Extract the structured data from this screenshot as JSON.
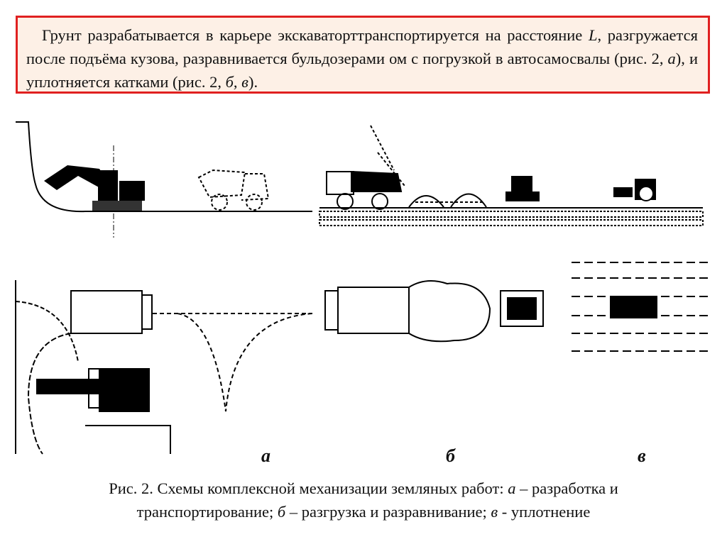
{
  "intro": {
    "text_1": "Грунт разрабатывается в карьере экскаваторттранспортируется на расстояние ",
    "var_L": "L",
    "text_2": ", разгружается после подъёма кузова, разравнивается бульдозерами ом с погрузкой в автосамосвалы (рис. 2, ",
    "ref_a": "а",
    "text_3": "), и уплотняется катками (рис. 2, ",
    "ref_b": "б",
    "sep": ", ",
    "ref_v": "в",
    "text_4": ")."
  },
  "figure": {
    "label_a": "а",
    "label_b": "б",
    "label_v": "в"
  },
  "caption": {
    "prefix": "Рис. 2. Схемы комплексной механизации земляных работ: ",
    "a": "а",
    "a_text": " – разработка и транспортирование; ",
    "b": "б",
    "b_text": " – разгрузка и разравнивание; ",
    "v": "в",
    "v_text": " - уплотнение"
  }
}
